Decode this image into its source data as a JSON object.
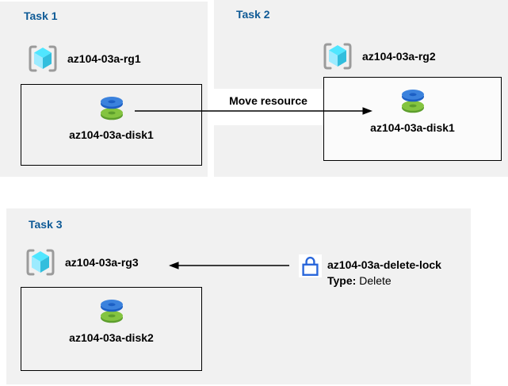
{
  "diagram": {
    "tasks": [
      {
        "title": "Task 1",
        "resource_group": "az104-03a-rg1",
        "resource": "az104-03a-disk1"
      },
      {
        "title": "Task 2",
        "resource_group": "az104-03a-rg2",
        "resource": "az104-03a-disk1"
      },
      {
        "title": "Task 3",
        "resource_group": "az104-03a-rg3",
        "resource": "az104-03a-disk2"
      }
    ],
    "move_arrow": {
      "label": "Move resource"
    },
    "lock": {
      "name": "az104-03a-delete-lock",
      "type_key": "Type:",
      "type_value": " Delete"
    }
  },
  "icons": {
    "resource_group": "resource-group-icon",
    "disk": "disk-icon",
    "lock": "lock-icon"
  },
  "colors": {
    "panel_bg": "#f1f1f1",
    "title_blue": "#0e5a96",
    "text_black": "#000000",
    "arrow": "#000000",
    "lock_blue": "#2a67db",
    "cube_top": "#50e6ff",
    "cube_left": "#9cebff",
    "cube_right": "#32bedd",
    "bracket_gray": "#9b9b9b",
    "disk_blue_top": "#3b82dd",
    "disk_blue_rim": "#1c5fc4",
    "disk_green_top": "#84c440",
    "disk_green_rim": "#5d9e2d"
  }
}
